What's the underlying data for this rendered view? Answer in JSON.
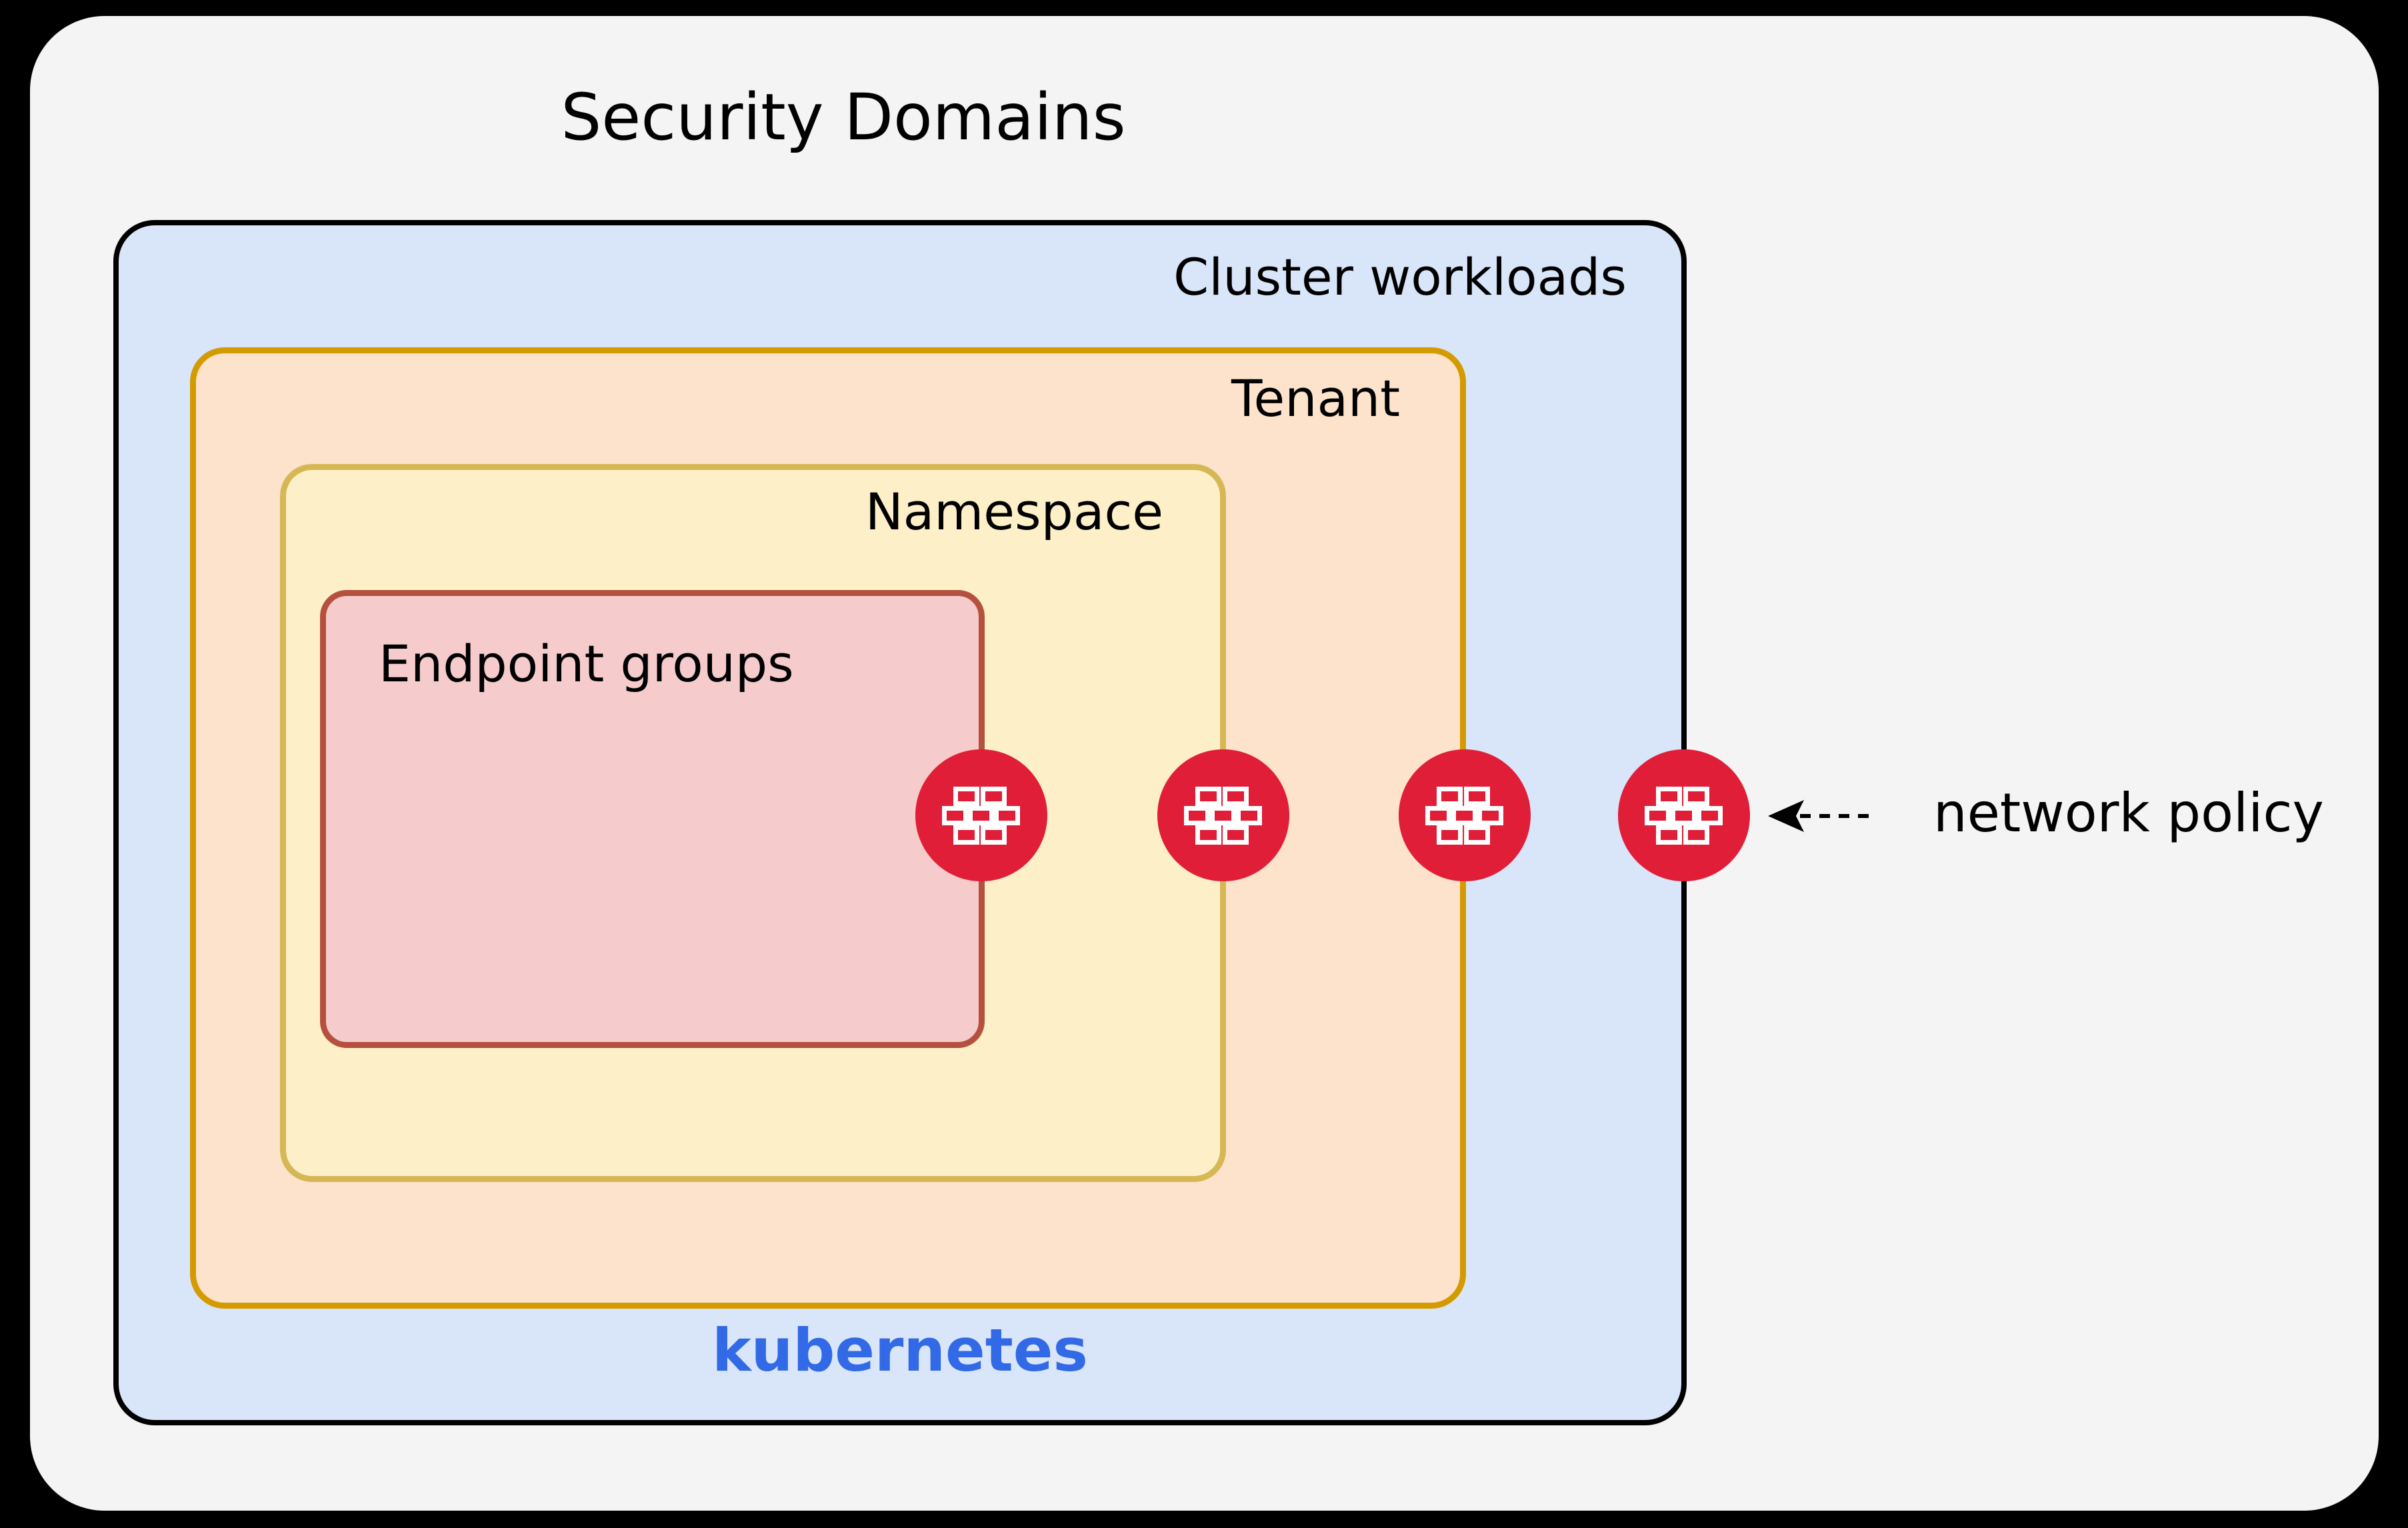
{
  "diagram": {
    "title": "Security Domains",
    "background_color": "#000000",
    "panel_color": "#f4f4f4"
  },
  "boxes": [
    {
      "id": "kubernetes",
      "label": "Cluster workloads",
      "brand_label": "kubernetes",
      "fill": "#d9e5f9",
      "border": "#000000",
      "brand_color": "#3269e6"
    },
    {
      "id": "tenant",
      "label": "Tenant",
      "fill": "#fde3cb",
      "border": "#d49b00"
    },
    {
      "id": "namespace",
      "label": "Namespace",
      "fill": "#fdf0c8",
      "border": "#d6b755"
    },
    {
      "id": "endpoint-groups",
      "label": "Endpoint groups",
      "fill": "#f6cbcb",
      "border": "#b5503f"
    }
  ],
  "firewalls": {
    "icon_name": "firewall-brick-icon",
    "color": "#e01e37",
    "count": 4,
    "positions": [
      "endpoint-groups-boundary",
      "namespace-boundary",
      "tenant-boundary",
      "cluster-boundary"
    ]
  },
  "annotation": {
    "label": "network policy",
    "arrow": "dashed-left-arrow"
  }
}
